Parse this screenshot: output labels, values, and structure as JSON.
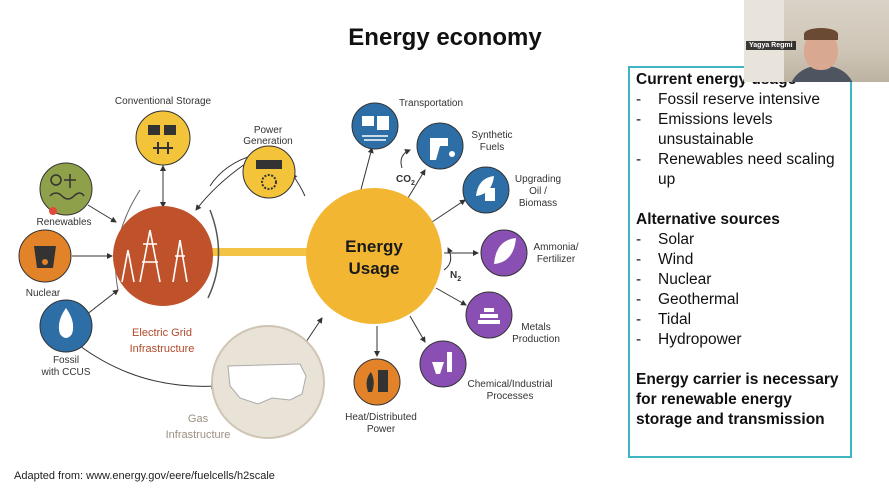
{
  "slide": {
    "title": "Energy economy",
    "credit": "Adapted from: www.energy.gov/eere/fuelcells/h2scale"
  },
  "diagram": {
    "center": [
      "Energy",
      "Usage"
    ],
    "grid_label": [
      "Electric Grid",
      "Infrastructure"
    ],
    "gas_label": [
      "Gas",
      "Infrastructure"
    ],
    "co2": "CO",
    "co2_sub": "2",
    "n2": "N",
    "n2_sub": "2",
    "nodes": {
      "conventional_storage": "Conventional Storage",
      "renewables": "Renewables",
      "nuclear": "Nuclear",
      "fossil": [
        "Fossil",
        "with CCUS"
      ],
      "power_generation": [
        "Power",
        "Generation"
      ],
      "transportation": "Transportation",
      "synthetic_fuels": [
        "Synthetic",
        "Fuels"
      ],
      "upgrading": [
        "Upgrading",
        "Oil /",
        "Biomass"
      ],
      "ammonia": [
        "Ammonia/",
        "Fertilizer"
      ],
      "metals": [
        "Metals",
        "Production"
      ],
      "chemical": [
        "Chemical/Industrial",
        "Processes"
      ],
      "heat": [
        "Heat/Distributed",
        "Power"
      ]
    },
    "colors": {
      "center": "#f2b632",
      "grid": "#c0522b",
      "yellow": "#f3c43a",
      "blue": "#2c6ea5",
      "purple": "#8a4fb3",
      "orange": "#e2832a",
      "green": "#8fa04a",
      "gas": "#e9e2d6"
    }
  },
  "panel": {
    "current_heading": "Current energy usage",
    "current_items": [
      "Fossil reserve intensive",
      "Emissions levels unsustainable",
      "Renewables need scaling up"
    ],
    "alt_heading": "Alternative sources",
    "alt_items": [
      "Solar",
      "Wind",
      "Nuclear",
      "Geothermal",
      "Tidal",
      "Hydropower"
    ],
    "carrier_text": "Energy carrier is necessary for renewable energy storage and transmission"
  },
  "webcam": {
    "name": "Yagya Regmi"
  }
}
